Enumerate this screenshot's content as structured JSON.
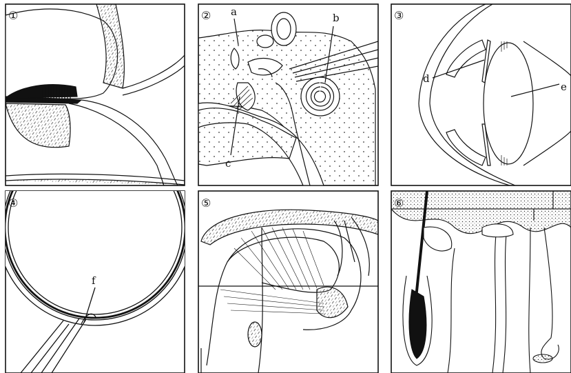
{
  "panels": [
    {
      "number": "①"
    },
    {
      "number": "②"
    },
    {
      "number": "③"
    },
    {
      "number": "④"
    },
    {
      "number": "⑤"
    },
    {
      "number": "⑥"
    }
  ],
  "labels": {
    "a": "a",
    "b": "b",
    "c": "c",
    "d": "d",
    "e": "e",
    "f": "f"
  }
}
